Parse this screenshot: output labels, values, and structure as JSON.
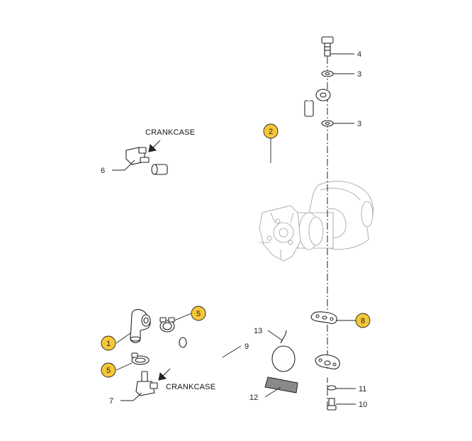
{
  "notes": {
    "crankcase_top": "CRANKCASE",
    "crankcase_bottom": "CRANKCASE"
  },
  "callouts": {
    "c4": "4",
    "c3a": "3",
    "c3b": "3",
    "c6": "6",
    "c9": "9",
    "c13": "13",
    "c12": "12",
    "c7": "7",
    "c11": "11",
    "c10": "10"
  },
  "bubbles": {
    "b2": "2",
    "b8": "8",
    "b1": "1",
    "b5a": "5",
    "b5b": "5"
  },
  "colors": {
    "bubble_fill": "#f6c737",
    "line": "#222222",
    "ghost": "#b5b5b5"
  }
}
